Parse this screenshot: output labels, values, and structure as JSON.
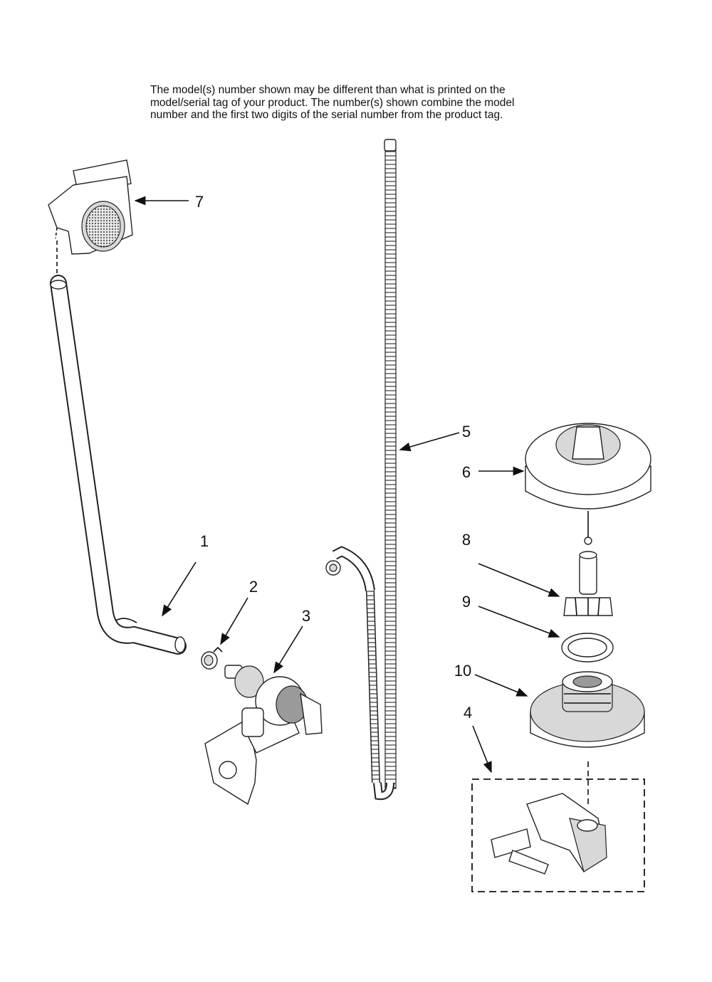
{
  "note": [
    "The model(s) number shown may be different than what is printed on the",
    "model/serial tag of your product. The number(s) shown combine the model",
    "number and the first two digits of the serial number from the product tag."
  ],
  "callouts": [
    "1",
    "2",
    "3",
    "4",
    "5",
    "6",
    "7",
    "8",
    "9",
    "10"
  ]
}
